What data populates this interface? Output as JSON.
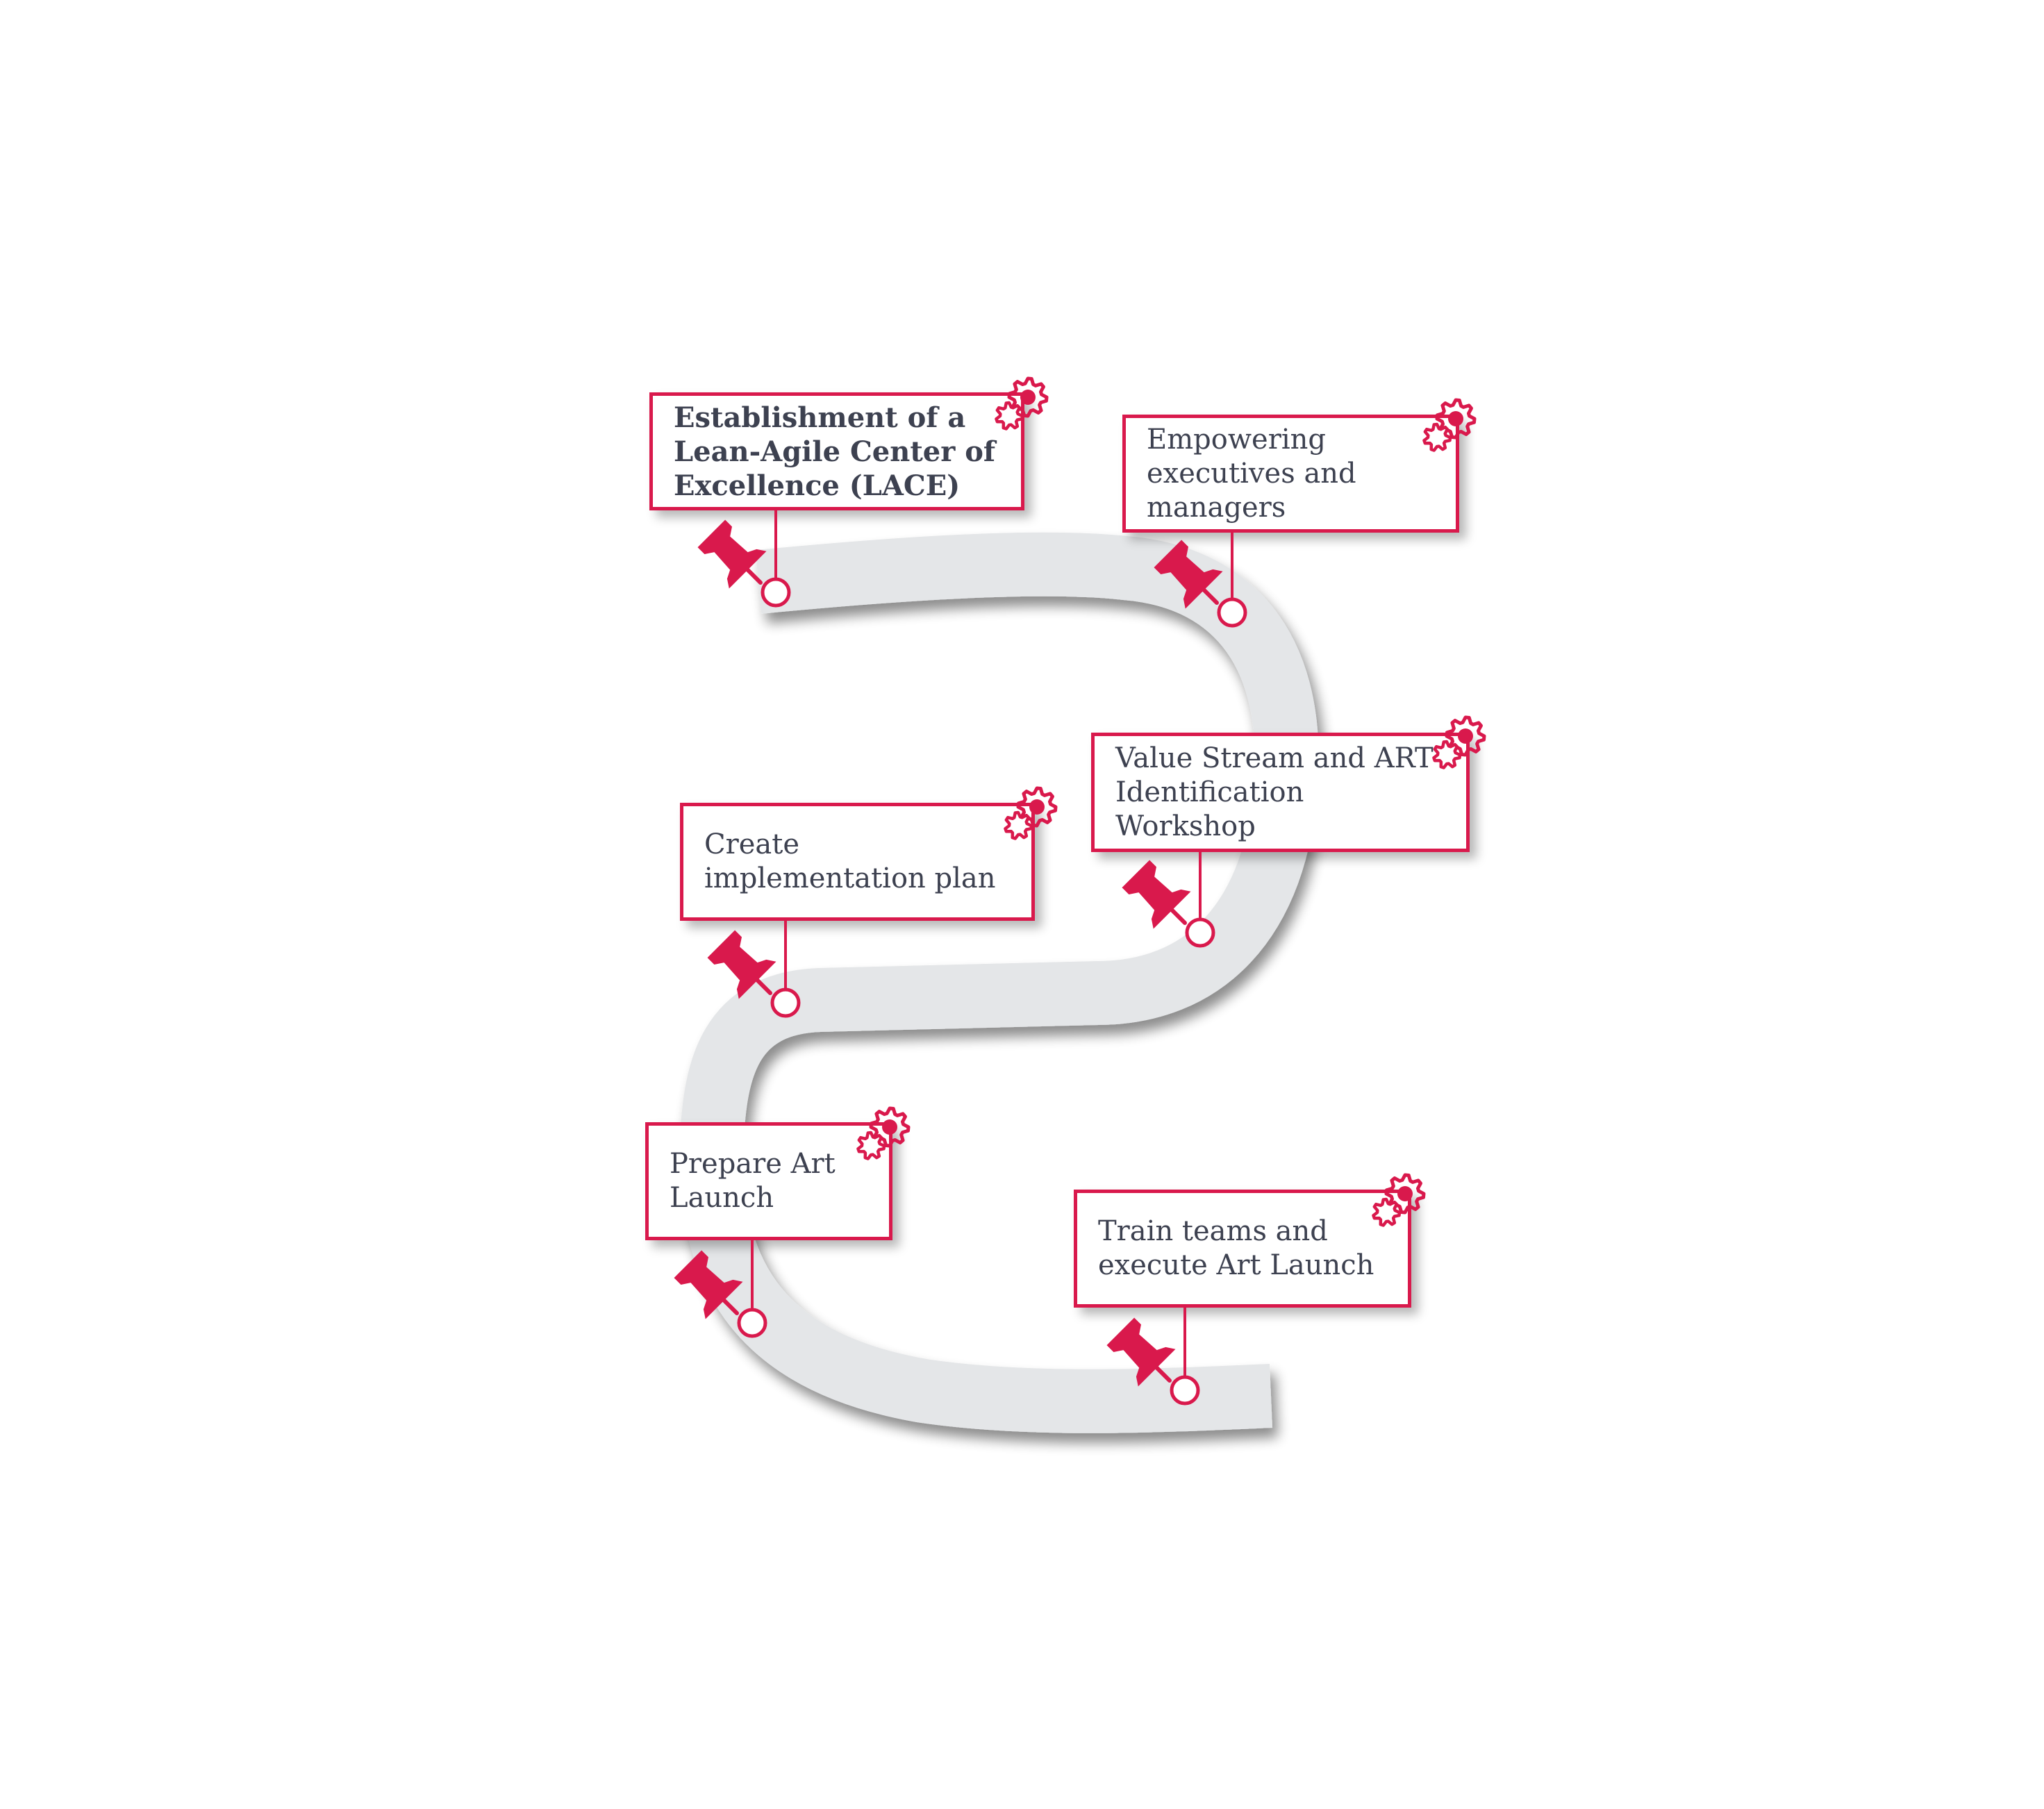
{
  "colors": {
    "accent": "#d9194c",
    "road": "#e4e6e8",
    "text": "#3d4150",
    "background": "#ffffff"
  },
  "icons": {
    "pin": "pushpin-icon",
    "gear": "gears-icon",
    "node": "milestone-node-icon"
  },
  "steps": [
    {
      "label": "Establishment of a Lean-Agile Center of Excellence (LACE)",
      "emphasis": "bold"
    },
    {
      "label": "Empowering executives and managers",
      "emphasis": "normal"
    },
    {
      "label": "Value Stream and ART Identification Workshop",
      "emphasis": "normal"
    },
    {
      "label": "Create implementation plan",
      "emphasis": "normal"
    },
    {
      "label": "Prepare Art Launch",
      "emphasis": "normal"
    },
    {
      "label": "Train teams and execute Art Launch",
      "emphasis": "normal"
    }
  ]
}
